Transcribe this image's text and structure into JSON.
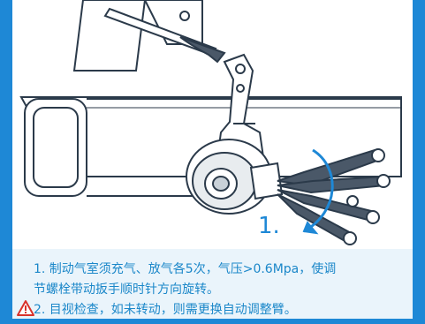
{
  "callout": {
    "step_label": "1."
  },
  "instructions": {
    "line1": "1. 制动气室须充气、放气各5次，气压>0.6Mpa，使调",
    "line2": "节螺栓带动扳手顺时针方向旋转。",
    "line3": "2. 目视检查，如未转动，则需更换自动调整臂。"
  },
  "icons": {
    "warning": "warning-triangle-icon",
    "rotation_arrow": "curved-arrow-icon"
  },
  "colors": {
    "accent_blue": "#1e88d6",
    "text_blue": "#1b87c9",
    "warning_red": "#d9322b",
    "line_dark": "#2b3a4a"
  }
}
